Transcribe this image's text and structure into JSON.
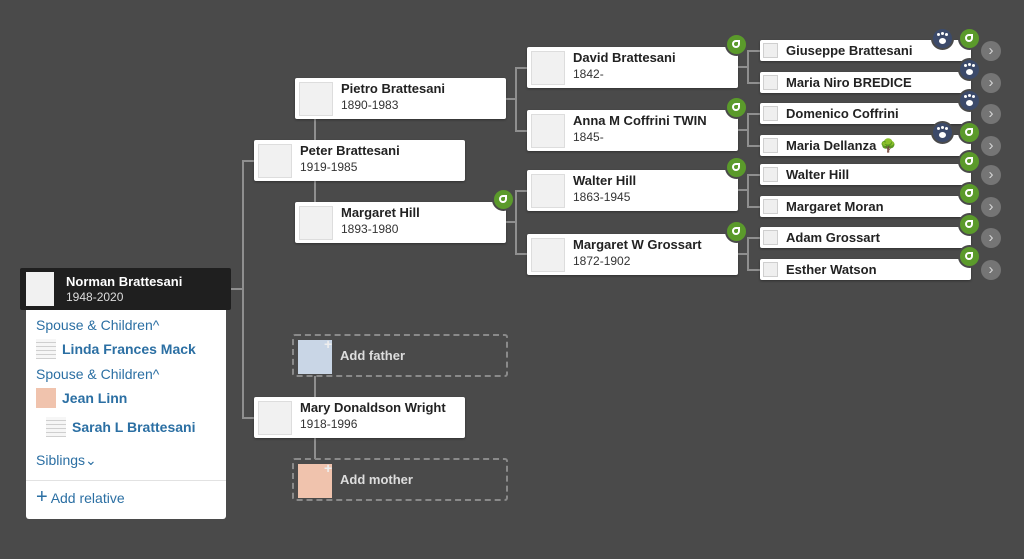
{
  "focus": {
    "name": "Norman Brattesani",
    "dates": "1948-2020"
  },
  "panel": {
    "spouse_header_1": "Spouse & Children",
    "spouse_1": "Linda Frances Mack",
    "spouse_header_2": "Spouse & Children",
    "spouse_2": "Jean Linn",
    "child_1": "Sarah L Brattesani",
    "siblings": "Siblings",
    "add_relative": "Add relative",
    "chevron_up": "^",
    "chevron_down": "⌄",
    "plus": "+"
  },
  "parents": {
    "father": {
      "name": "Peter Brattesani",
      "dates": "1919-1985"
    },
    "mother": {
      "name": "Mary Donaldson Wright",
      "dates": "1918-1996"
    }
  },
  "grandparents": {
    "pf": {
      "name": "Pietro Brattesani",
      "dates": "1890-1983"
    },
    "pm": {
      "name": "Margaret Hill",
      "dates": "1893-1980"
    },
    "add_father": "Add father",
    "add_mother": "Add mother"
  },
  "great_grandparents": [
    {
      "name": "David Brattesani",
      "dates": "1842-"
    },
    {
      "name": "Anna M Coffrini TWIN",
      "dates": "1845-"
    },
    {
      "name": "Walter Hill",
      "dates": "1863-1945"
    },
    {
      "name": "Margaret W Grossart",
      "dates": "1872-1902"
    }
  ],
  "gg_grandparents": [
    {
      "name": "Giuseppe Brattesani"
    },
    {
      "name": "Maria Niro BREDICE"
    },
    {
      "name": "Domenico Coffrini"
    },
    {
      "name": "Maria Dellanza"
    },
    {
      "name": "Walter Hill"
    },
    {
      "name": "Margaret Moran"
    },
    {
      "name": "Adam Grossart"
    },
    {
      "name": "Esther Watson"
    }
  ],
  "icons": {
    "tree_leaf": "🌳",
    "expand": "›"
  }
}
